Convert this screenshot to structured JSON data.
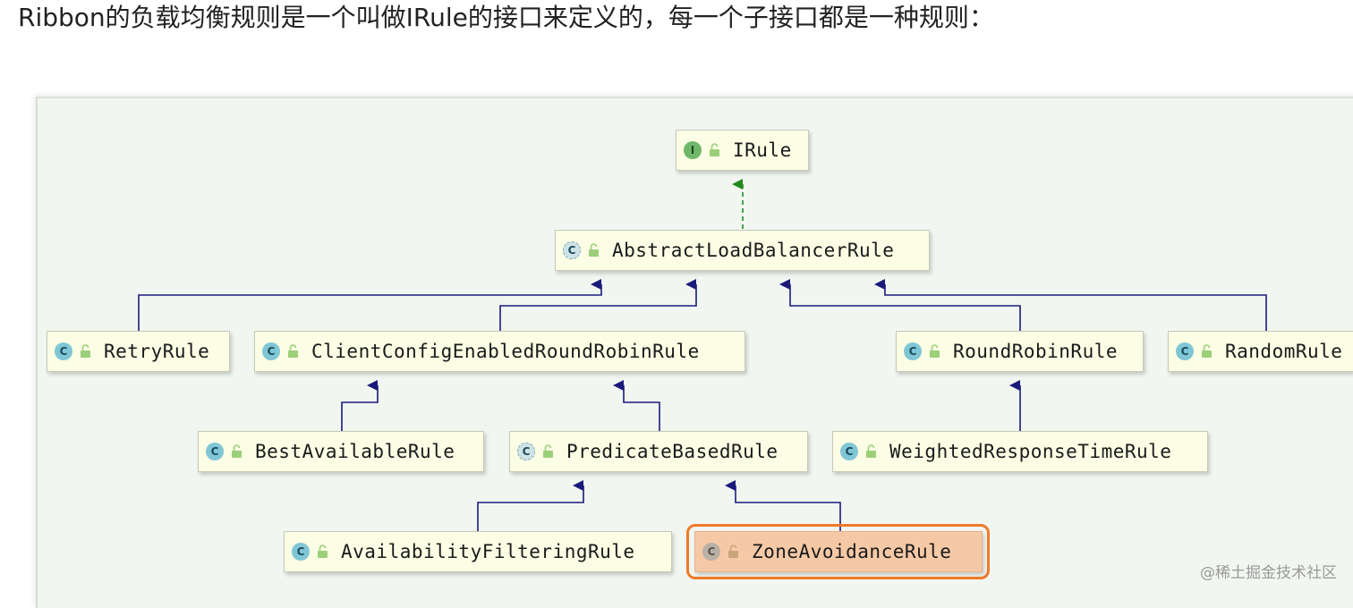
{
  "heading": "Ribbon的负载均衡规则是一个叫做IRule的接口来定义的，每一个子接口都是一种规则：",
  "diagram": {
    "nodes": {
      "irule": {
        "label": "IRule",
        "badge": "I"
      },
      "abstract": {
        "label": "AbstractLoadBalancerRule",
        "badge": "C"
      },
      "retry": {
        "label": "RetryRule",
        "badge": "C"
      },
      "clientconfig": {
        "label": "ClientConfigEnabledRoundRobinRule",
        "badge": "C"
      },
      "roundrobin": {
        "label": "RoundRobinRule",
        "badge": "C"
      },
      "random": {
        "label": "RandomRule",
        "badge": "C"
      },
      "bestavailable": {
        "label": "BestAvailableRule",
        "badge": "C"
      },
      "predicate": {
        "label": "PredicateBasedRule",
        "badge": "C"
      },
      "weighted": {
        "label": "WeightedResponseTimeRule",
        "badge": "C"
      },
      "availability": {
        "label": "AvailabilityFilteringRule",
        "badge": "C"
      },
      "zone": {
        "label": "ZoneAvoidanceRule",
        "badge": "C"
      }
    },
    "edges": [
      {
        "from": "abstract",
        "to": "irule",
        "type": "implements"
      },
      {
        "from": "retry",
        "to": "abstract",
        "type": "extends"
      },
      {
        "from": "clientconfig",
        "to": "abstract",
        "type": "extends"
      },
      {
        "from": "roundrobin",
        "to": "abstract",
        "type": "extends"
      },
      {
        "from": "random",
        "to": "abstract",
        "type": "extends"
      },
      {
        "from": "bestavailable",
        "to": "clientconfig",
        "type": "extends"
      },
      {
        "from": "predicate",
        "to": "clientconfig",
        "type": "extends"
      },
      {
        "from": "weighted",
        "to": "roundrobin",
        "type": "extends"
      },
      {
        "from": "availability",
        "to": "predicate",
        "type": "extends"
      },
      {
        "from": "zone",
        "to": "predicate",
        "type": "extends"
      }
    ],
    "highlighted": "zone",
    "colors": {
      "implements_edge": "#1f8a1f",
      "extends_edge": "#1a1a7a",
      "highlight_ring": "#f07a28",
      "highlight_fill": "#f6c9a6",
      "node_fill": "#fbfde4"
    }
  },
  "watermark": "@稀土掘金技术社区"
}
